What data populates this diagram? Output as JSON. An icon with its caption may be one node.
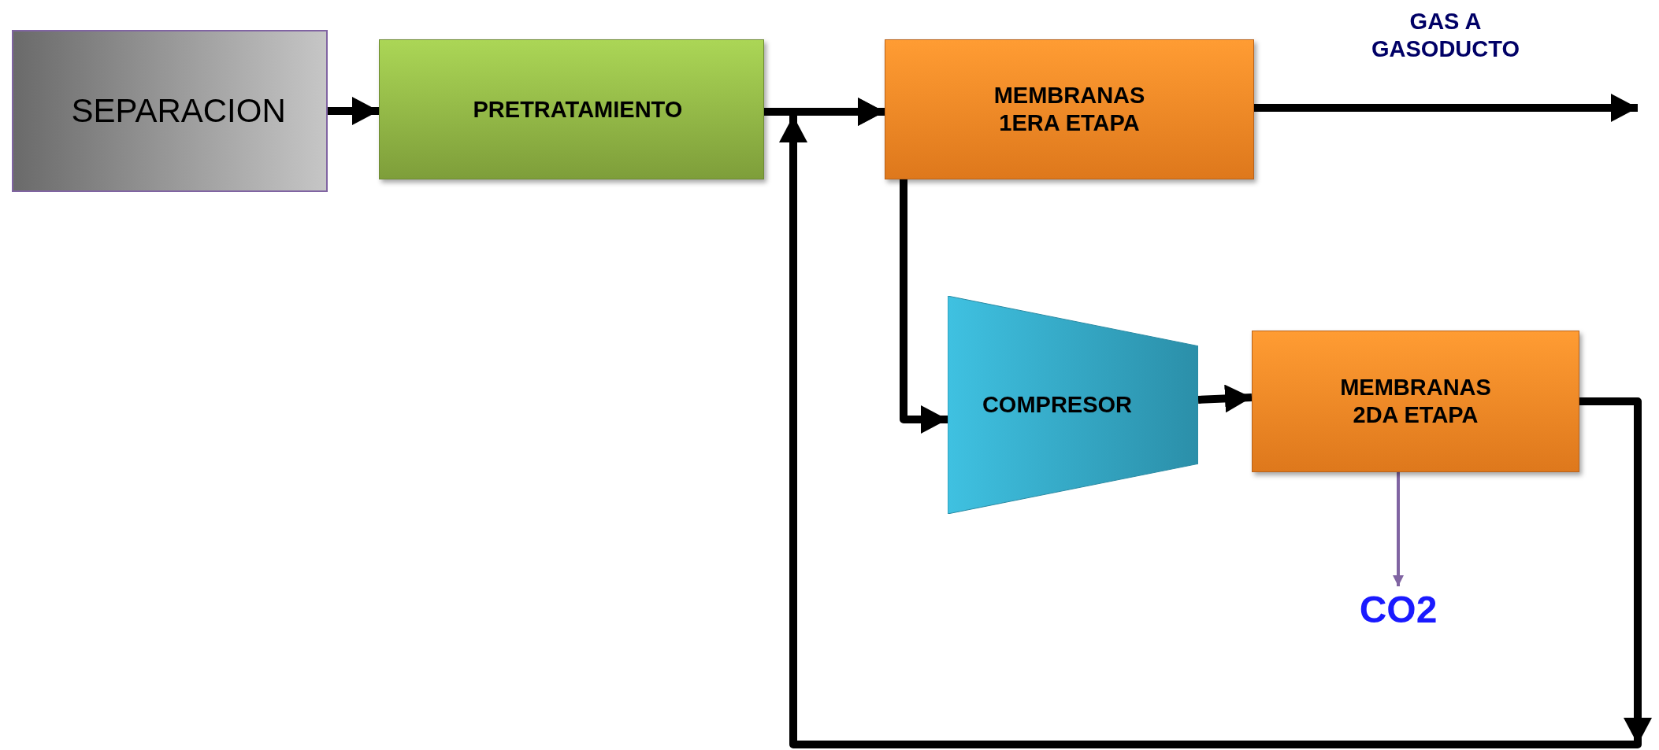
{
  "diagram": {
    "nodes": [
      {
        "text": [
          "SEPARACION"
        ]
      },
      {
        "text": [
          "PRETRATAMIENTO"
        ]
      },
      {
        "text": [
          "MEMBRANAS 1ERA ETAPA"
        ]
      },
      {
        "text": [
          "COMPRESOR"
        ]
      },
      {
        "text": [
          "MEMBRANAS 2DA ETAPA"
        ]
      },
      {
        "text": [
          "CO2"
        ]
      }
    ],
    "edges": [
      {
        "from": 0,
        "to": 1,
        "arrow": "to"
      },
      {
        "from": 1,
        "to": 2,
        "arrow": "to"
      },
      {
        "from": 2,
        "to": null,
        "arrow": "to"
      },
      {
        "from": 2,
        "to": 3,
        "arrow": "to"
      },
      {
        "from": 3,
        "to": 4,
        "arrow": "to"
      },
      {
        "from": 4,
        "to": 5,
        "arrow": "to",
        "color": "#8064a2"
      },
      {
        "from": 4,
        "to": 2,
        "arrow": "to"
      }
    ],
    "labels": [
      "GAS A GASODUCTO"
    ]
  }
}
